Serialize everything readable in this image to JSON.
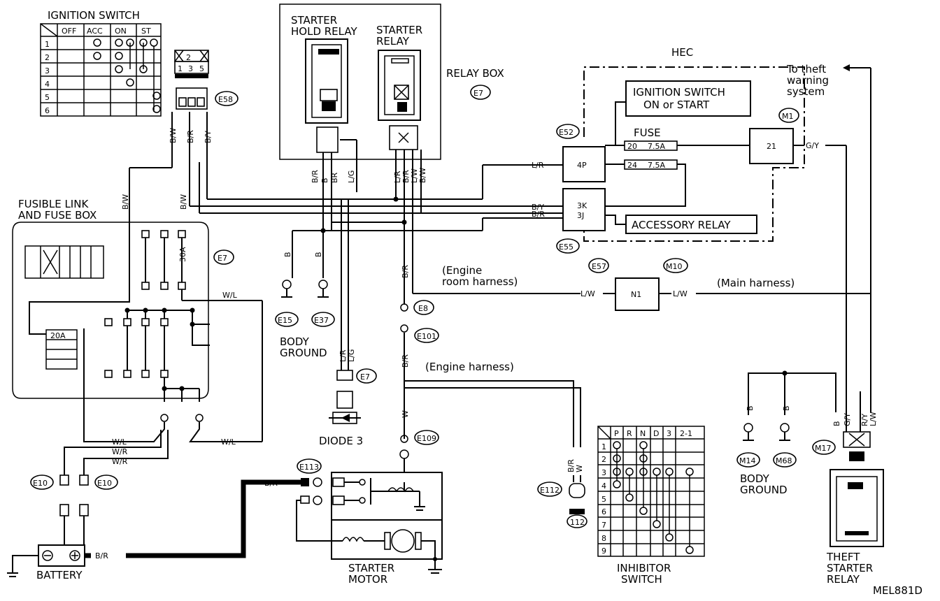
{
  "labels": {
    "ignition_switch": "IGNITION SWITCH",
    "starter_hold_relay_1": "STARTER",
    "starter_hold_relay_2": "HOLD RELAY",
    "starter_relay_1": "STARTER",
    "starter_relay_2": "RELAY",
    "relay_box": "RELAY BOX",
    "hec": "HEC",
    "to_theft_1": "To theft",
    "to_theft_2": "warning",
    "to_theft_3": "system",
    "ign_on_start_1": "IGNITION SWITCH",
    "ign_on_start_2": "ON or START",
    "fuse": "FUSE",
    "fuse_20": "20",
    "fuse_20_val": "7.5A",
    "fuse_24": "24",
    "fuse_24_val": "7.5A",
    "accessory_relay": "ACCESSORY RELAY",
    "fusible_link_1": "FUSIBLE LINK",
    "fusible_link_2": "AND FUSE BOX",
    "fuse_30a": "30A",
    "fuse_20a": "20A",
    "engine_room_1": "(Engine",
    "engine_room_2": "room harness)",
    "main_harness": "(Main harness)",
    "engine_harness": "(Engine harness)",
    "body_ground_1": "BODY",
    "body_ground_2": "GROUND",
    "diode3": "DIODE 3",
    "battery": "BATTERY",
    "starter_motor_1": "STARTER",
    "starter_motor_2": "MOTOR",
    "inhibitor_1": "INHIBITOR",
    "inhibitor_2": "SWITCH",
    "body_ground_r_1": "BODY",
    "body_ground_r_2": "GROUND",
    "theft_relay_1": "THEFT",
    "theft_relay_2": "STARTER",
    "theft_relay_3": "RELAY",
    "ref_code": "MEL881D"
  },
  "connectors": {
    "e58": "E58",
    "e7_relay": "E7",
    "e7_fuse": "E7",
    "e7_diode": "E7",
    "e52": "E52",
    "e55": "E55",
    "m1": "M1",
    "e57": "E57",
    "m10": "M10",
    "e15": "E15",
    "e37": "E37",
    "e8": "E8",
    "e101": "E101",
    "e109": "E109",
    "e113": "E113",
    "e112": "E112",
    "c112": "112",
    "e10a": "E10",
    "e10b": "E10",
    "m14": "M14",
    "m68": "M68",
    "m17": "M17"
  },
  "terminals": {
    "t4p": "4P",
    "t3k": "3K",
    "t3j": "3J",
    "t21": "21",
    "tn1": "N1",
    "c2": "2",
    "c1": "1",
    "c3": "3",
    "c5": "5"
  },
  "wires": {
    "bw1": "B/W",
    "br1": "B/R",
    "by1": "B/Y",
    "bw2": "B/W",
    "bw3": "B/W",
    "wl1": "W/L",
    "wl2": "W/L",
    "wl3": "W/L",
    "wr1": "W/R",
    "wr2": "W/R",
    "br_r1": "B/R",
    "b_r1": "B",
    "br_r2": "BR",
    "lg1": "L/G",
    "lr1": "L/R",
    "br_s": "B/R",
    "lw_s": "L/W",
    "bw_s": "B/W",
    "lr_hec": "L/R",
    "by_hec": "B/Y",
    "br_hec": "B/R",
    "gy1": "G/Y",
    "lw1": "L/W",
    "lw2": "L/W",
    "b_g1": "B",
    "b_g2": "B",
    "br_v1": "B/R",
    "br_v2": "B/R",
    "w_v": "W",
    "lr_d": "L/R",
    "lg_d": "L/G",
    "br_bat": "B/R",
    "br_st": "B/R",
    "brw": "B/R",
    "w_e112": "W",
    "b_m14": "B",
    "b_m68": "B",
    "b_m17": "B",
    "gy_m17": "G/Y",
    "ry_m17": "R/Y",
    "lw_m17": "L/W"
  },
  "ignition_table": {
    "headers": [
      "OFF",
      "ACC",
      "ON",
      "ST"
    ],
    "rows": [
      "1",
      "2",
      "3",
      "4",
      "5",
      "6"
    ]
  },
  "inhibitor_table": {
    "headers": [
      "P",
      "R",
      "N",
      "D",
      "3",
      "2-1"
    ],
    "rows": [
      "1",
      "2",
      "3",
      "4",
      "5",
      "6",
      "7",
      "8",
      "9"
    ]
  }
}
